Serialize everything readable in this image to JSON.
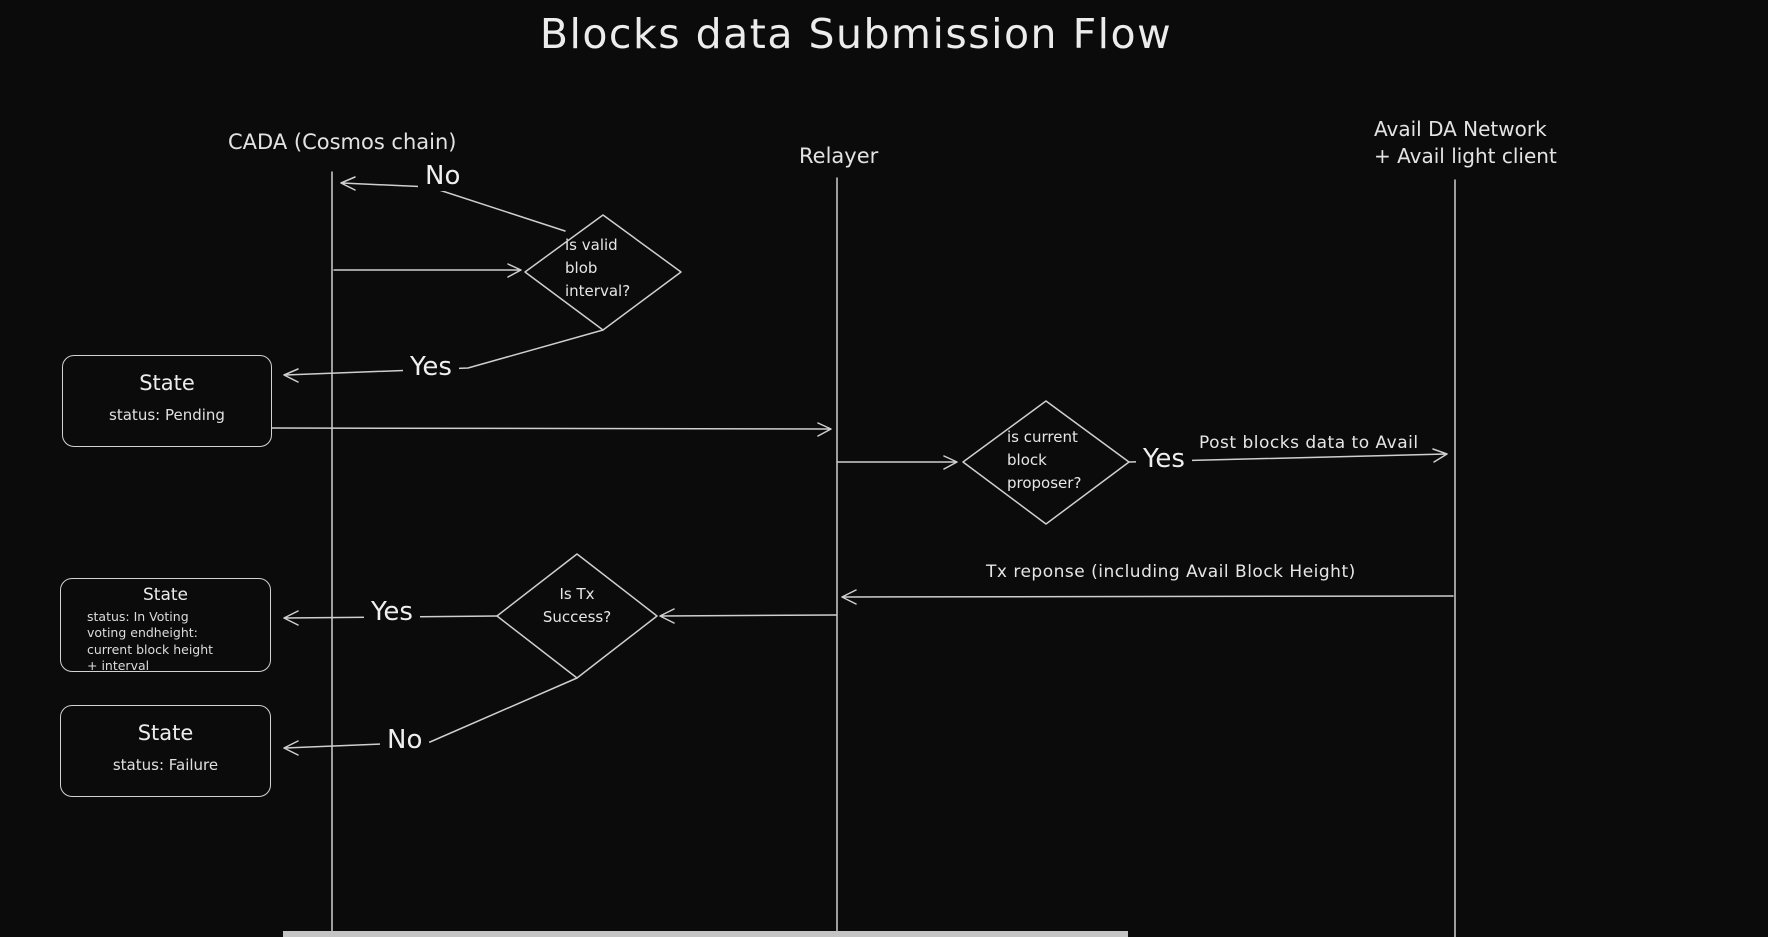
{
  "title": "Blocks data Submission Flow",
  "lifelines": {
    "cada": {
      "label": "CADA (Cosmos chain)"
    },
    "relayer": {
      "label": "Relayer"
    },
    "avail": {
      "line1": "Avail DA Network",
      "line2": "+ Avail light client"
    }
  },
  "decisions": {
    "blob_interval": {
      "lines": [
        "is valid",
        "blob",
        "interval?"
      ]
    },
    "block_proposer": {
      "lines": [
        "is current",
        "block",
        "proposer?"
      ]
    },
    "tx_success": {
      "lines": [
        "Is Tx",
        "Success?"
      ]
    }
  },
  "edges": {
    "no_invalid_interval": "No",
    "yes_valid_interval": "Yes",
    "yes_is_proposer": "Yes",
    "post_blocks": "Post blocks data to Avail",
    "tx_response": "Tx reponse (including Avail Block Height)",
    "yes_tx_success": "Yes",
    "no_tx_success": "No"
  },
  "states": {
    "pending": {
      "title": "State",
      "lines": [
        "status: Pending"
      ]
    },
    "in_voting": {
      "title": "State",
      "lines": [
        "status: In Voting",
        "voting endheight:",
        "current block height",
        "+ interval"
      ]
    },
    "failure": {
      "title": "State",
      "lines": [
        "status: Failure"
      ]
    }
  },
  "colors": {
    "background": "#0b0b0b",
    "stroke": "#cfcfcf",
    "text": "#e8e8e8"
  }
}
